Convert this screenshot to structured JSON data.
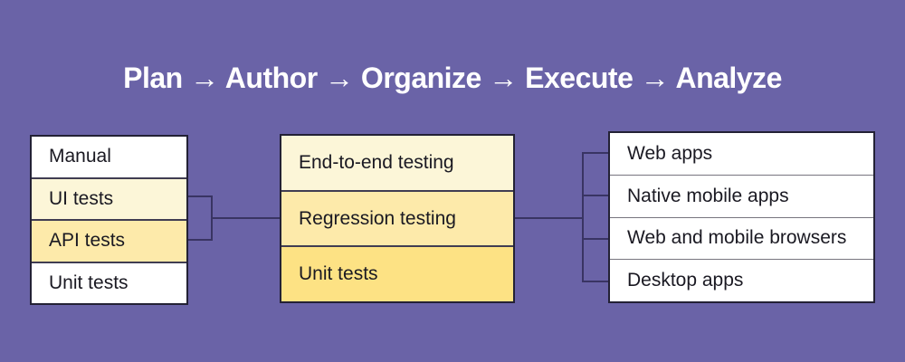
{
  "title": "Plan → Author → Organize → Execute → Analyze",
  "colors": {
    "background": "#6a63a7",
    "title_text": "#ffffff",
    "box_border": "#232135",
    "connector_line": "#393463",
    "row_text": "#1a1922",
    "row_white": "#ffffff",
    "row_cream": "#fcf6d8",
    "row_light_yellow": "#fdeaaa",
    "row_yellow": "#fde284"
  },
  "diagram": {
    "left_box": {
      "rows": [
        {
          "label": "Manual",
          "highlight": "none"
        },
        {
          "label": "UI tests",
          "highlight": "cream"
        },
        {
          "label": "API tests",
          "highlight": "light-yellow"
        },
        {
          "label": "Unit tests",
          "highlight": "none"
        }
      ]
    },
    "middle_box": {
      "rows": [
        {
          "label": "End-to-end testing",
          "highlight": "cream"
        },
        {
          "label": "Regression testing",
          "highlight": "light-yellow"
        },
        {
          "label": "Unit tests",
          "highlight": "yellow"
        }
      ]
    },
    "right_box": {
      "rows": [
        {
          "label": "Web apps",
          "highlight": "none"
        },
        {
          "label": "Native mobile apps",
          "highlight": "none"
        },
        {
          "label": "Web and mobile browsers",
          "highlight": "none"
        },
        {
          "label": "Desktop apps",
          "highlight": "none"
        }
      ]
    }
  }
}
